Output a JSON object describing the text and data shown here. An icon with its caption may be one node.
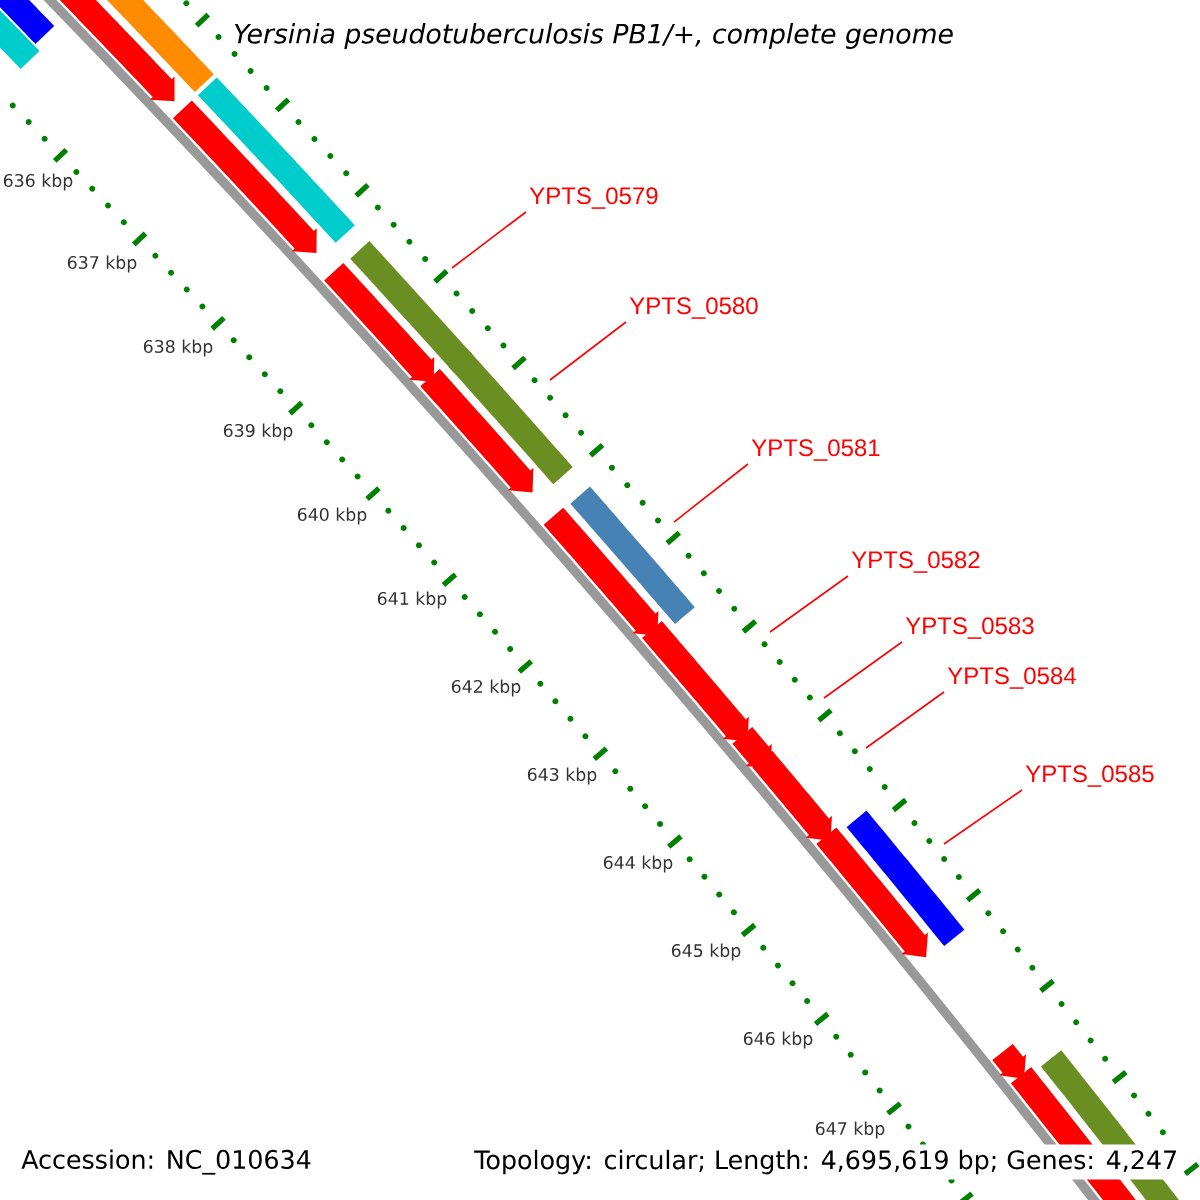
{
  "diagram": {
    "title": "Yersinia pseudotuberculosis PB1/+, complete genome",
    "nodes": [
      {
        "text": [
          "YPTS_0579"
        ]
      },
      {
        "text": [
          "YPTS_0580"
        ]
      },
      {
        "text": [
          "YPTS_0581"
        ]
      },
      {
        "text": [
          "YPTS_0582"
        ]
      },
      {
        "text": [
          "YPTS_0583"
        ]
      },
      {
        "text": [
          "YPTS_0584"
        ]
      },
      {
        "text": [
          "YPTS_0585"
        ]
      }
    ],
    "edges": [
      {
        "from": 0,
        "to": null,
        "arrow": "none"
      },
      {
        "from": 1,
        "to": null,
        "arrow": "none"
      },
      {
        "from": 2,
        "to": null,
        "arrow": "none"
      },
      {
        "from": 3,
        "to": null,
        "arrow": "none"
      },
      {
        "from": 4,
        "to": null,
        "arrow": "none"
      },
      {
        "from": 5,
        "to": null,
        "arrow": "none"
      },
      {
        "from": 6,
        "to": null,
        "arrow": "none"
      }
    ],
    "labels": [
      "636 kbp",
      "637 kbp",
      "638 kbp",
      "639 kbp",
      "640 kbp",
      "641 kbp",
      "642 kbp",
      "643 kbp",
      "644 kbp",
      "645 kbp",
      "646 kbp",
      "647 kbp",
      "Accession: NC_010634",
      "Topology: circular; Length: 4,695,619 bp; Genes: 4,247"
    ]
  }
}
